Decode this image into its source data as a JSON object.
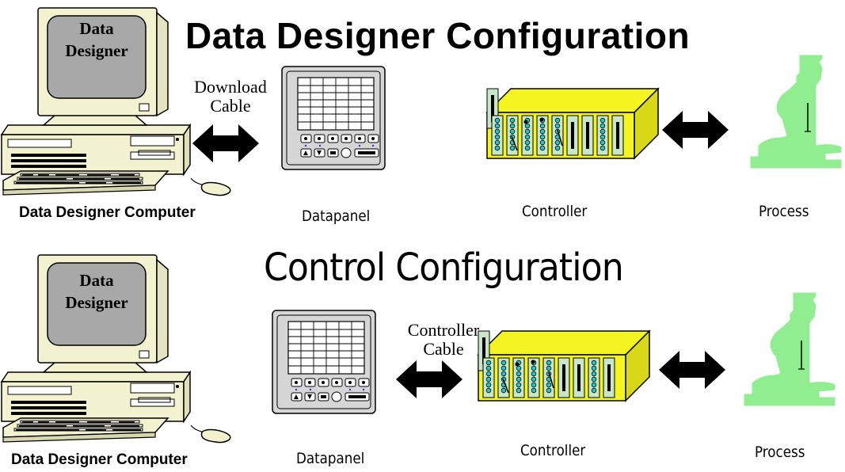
{
  "rows": [
    {
      "title": "Data Designer Configuration",
      "screen_text_line1": "Data",
      "screen_text_line2": "Designer",
      "cable_line1": "Download",
      "cable_line2": "Cable",
      "captions": {
        "computer": "Data Designer Computer",
        "datapanel": "Datapanel",
        "controller": "Controller",
        "process": "Process"
      }
    },
    {
      "title": "Control Configuration",
      "screen_text_line1": "Data",
      "screen_text_line2": "Designer",
      "cable_line1": "Controller",
      "cable_line2": "Cable",
      "captions": {
        "computer": "Data Designer Computer",
        "datapanel": "Datapanel",
        "controller": "Controller",
        "process": "Process"
      }
    }
  ],
  "colors": {
    "monitor_body": "#f2f2d0",
    "monitor_screen": "#a8a8a8",
    "datapanel_body": "#d6d6d6",
    "controller_body": "#f4f420",
    "controller_slot": "#c8e6c8",
    "controller_led": "#20c8c8",
    "process_machine": "#90ee90",
    "outline": "#000000"
  },
  "icons": {
    "computer": "desktop-computer-icon",
    "datapanel": "operator-panel-icon",
    "controller": "rack-controller-icon",
    "process": "press-machine-icon",
    "arrow": "double-arrow-icon"
  }
}
